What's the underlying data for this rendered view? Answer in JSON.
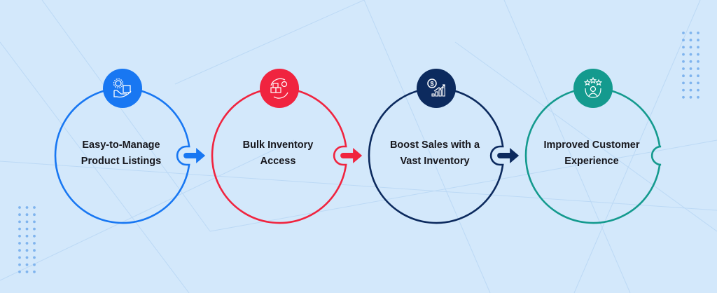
{
  "steps": [
    {
      "label_line1": "Easy-to-Manage",
      "label_line2": "Product Listings",
      "color": "#1877f2",
      "icon": "hand-box-gear-icon"
    },
    {
      "label_line1": "Bulk Inventory",
      "label_line2": "Access",
      "color": "#f0243f",
      "icon": "boxes-cycle-icon"
    },
    {
      "label_line1": "Boost Sales with a",
      "label_line2": "Vast Inventory",
      "color": "#0c2a5e",
      "icon": "dollar-growth-chart-icon"
    },
    {
      "label_line1": "Improved Customer",
      "label_line2": "Experience",
      "color": "#149a8e",
      "icon": "customer-stars-icon"
    }
  ],
  "colors": {
    "background": "#d3e8fb",
    "dots": "#7fb4ee",
    "lines": "#bcd9f5"
  }
}
